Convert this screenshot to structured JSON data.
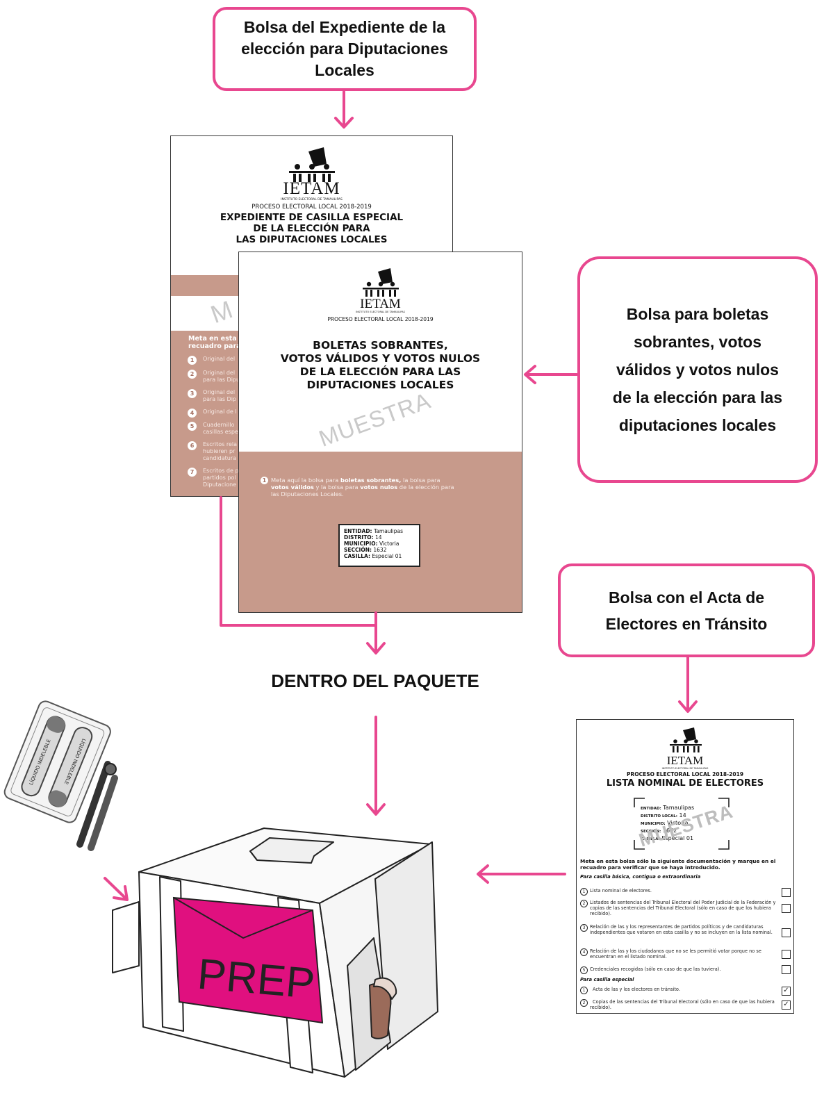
{
  "callouts": {
    "expediente": "Bolsa del Expediente de la elección para Diputaciones Locales",
    "boletas": "Bolsa para boletas sobrantes, votos válidos y votos nulos de la elección para las diputaciones locales",
    "acta": "Bolsa con el Acta de Electores en Tránsito"
  },
  "center_label": "DENTRO DEL PAQUETE",
  "doc1": {
    "org": "IETAM",
    "org_sub": "INSTITUTO ELECTORAL DE TAMAULIPAS",
    "process": "PROCESO ELECTORAL LOCAL 2018-2019",
    "title_l1": "EXPEDIENTE DE CASILLA ESPECIAL",
    "title_l2": "DE LA ELECCIÓN PARA",
    "title_l3": "LAS DIPUTACIONES LOCALES",
    "intro_l1": "Meta en esta b",
    "intro_l2": "recuadro para",
    "items": [
      "Original del",
      "Original del para las Dipu",
      "Original del para las Dip",
      "Original de l",
      "Cuadernillo casillas espe",
      "Escritos rela hubieren pr candidatura",
      "Escritos de p partidos pol Diputacione"
    ],
    "watermark": "M"
  },
  "doc2": {
    "org": "IETAM",
    "org_sub": "INSTITUTO ELECTORAL DE TAMAULIPAS",
    "process": "PROCESO  ELECTORAL LOCAL 2018-2019",
    "title_l1": "BOLETAS SOBRANTES,",
    "title_l2": "VOTOS VÁLIDOS Y VOTOS NULOS",
    "title_l3": "DE LA ELECCIÓN PARA LAS",
    "title_l4": "DIPUTACIONES LOCALES",
    "watermark": "MUESTRA",
    "instr_a": "Meta aquí la bolsa para ",
    "instr_b": "boletas sobrantes,",
    "instr_c": " la bolsa para",
    "instr_d": "votos válidos",
    "instr_e": " y la bolsa para ",
    "instr_f": "votos nulos",
    "instr_g": " de la elección para",
    "instr_h": "las Diputaciones Locales.",
    "label": {
      "entidad_k": "ENTIDAD:",
      "entidad_v": "Tamaulipas",
      "distrito_k": "DISTRITO:",
      "distrito_v": "14",
      "municipio_k": "MUNICIPIO:",
      "municipio_v": "Victoria",
      "seccion_k": "SECCIÓN:",
      "seccion_v": "1632",
      "casilla_k": "CASILLA:",
      "casilla_v": "Especial 01"
    }
  },
  "doc3": {
    "org": "IETAM",
    "org_sub": "INSTITUTO ELECTORAL DE TAMAULIPAS",
    "process": "PROCESO ELECTORAL LOCAL 2018-2019",
    "title": "LISTA NOMINAL DE ELECTORES",
    "watermark": "MUESTRA",
    "label": {
      "entidad_k": "ENTIDAD:",
      "entidad_v": "Tamaulipas",
      "distrito_k": "DISTRITO LOCAL:",
      "distrito_v": "14",
      "municipio_k": "MUNICIPIO:",
      "municipio_v": "Victoria",
      "seccion_k": "SECCIÓN:",
      "seccion_v": "1632",
      "casilla_k": "CASILLA:",
      "casilla_v": "Especial 01"
    },
    "intro": "Meta en esta bolsa sólo la siguiente documentación y marque en el recuadro para verificar que se haya introducido.",
    "section1": "Para casilla básica, contigua o extraordinaria",
    "items1": [
      "Lista nominal de electores.",
      "Listados de sentencias del Tribunal Electoral del Poder Judicial de la Federación y copias de las sentencias del Tribunal Electoral (sólo en caso de que los hubiera recibido).",
      "Relación de las y los representantes de partidos políticos y de candidaturas independientes que votaron en esta casilla y no se incluyen en la lista nominal.",
      "Relación de las y los ciudadanos que no se les permitió votar porque no se encuentran en el listado nominal.",
      "Credenciales recogidas (sólo en caso de que las tuviera)."
    ],
    "section2": "Para casilla especial",
    "items2": [
      "Acta de las y los electores en tránsito.",
      "Copias de las sentencias del Tribunal Electoral (sólo en caso de que las hubiera recibido)."
    ],
    "check_mark": "✓"
  },
  "box": {
    "label": "PREP"
  },
  "kit": {
    "text_a": "LÍQUIDO INDELEBLE",
    "text_b": "LÍQUIDO INDELEBLE"
  },
  "colors": {
    "arrow": "#e8478f",
    "prep": "#e0107f",
    "band": "#c79a8b"
  }
}
